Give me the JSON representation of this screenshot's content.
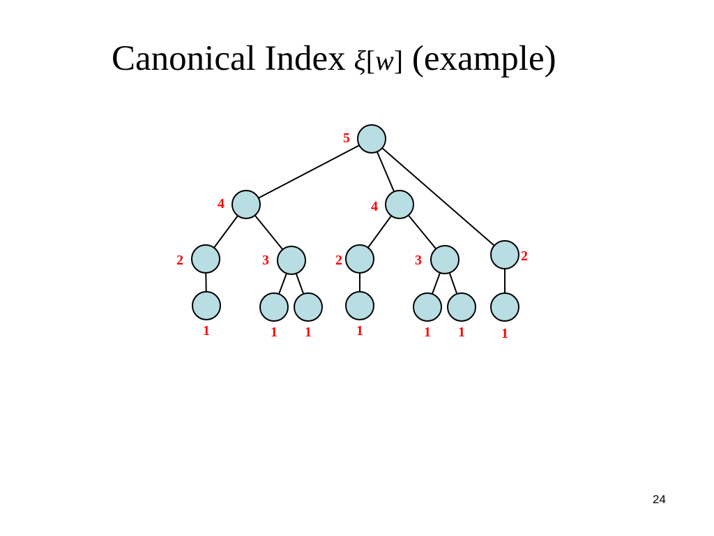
{
  "slide": {
    "title_text": "Canonical Index",
    "title_symbol": "ξ",
    "title_bracket_open": "[",
    "title_variable": "w",
    "title_bracket_close": "]",
    "title_suffix": "(example)",
    "page_number": "24"
  },
  "colors": {
    "node_fill": "#b8dde2",
    "label": "#ff0000"
  },
  "tree": {
    "nodes": [
      {
        "id": "root",
        "label": "5"
      },
      {
        "id": "a",
        "label": "4"
      },
      {
        "id": "b",
        "label": "4"
      },
      {
        "id": "c",
        "label": "2"
      },
      {
        "id": "a1",
        "label": "2"
      },
      {
        "id": "a2",
        "label": "3"
      },
      {
        "id": "b1",
        "label": "2"
      },
      {
        "id": "b2",
        "label": "3"
      },
      {
        "id": "a1x",
        "label": "1"
      },
      {
        "id": "a2x",
        "label": "1"
      },
      {
        "id": "a2y",
        "label": "1"
      },
      {
        "id": "b1x",
        "label": "1"
      },
      {
        "id": "b2x",
        "label": "1"
      },
      {
        "id": "b2y",
        "label": "1"
      },
      {
        "id": "cx",
        "label": "1"
      }
    ],
    "edges": [
      [
        "root",
        "a"
      ],
      [
        "root",
        "b"
      ],
      [
        "root",
        "c"
      ],
      [
        "a",
        "a1"
      ],
      [
        "a",
        "a2"
      ],
      [
        "b",
        "b1"
      ],
      [
        "b",
        "b2"
      ],
      [
        "c",
        "cx"
      ],
      [
        "a1",
        "a1x"
      ],
      [
        "a2",
        "a2x"
      ],
      [
        "a2",
        "a2y"
      ],
      [
        "b1",
        "b1x"
      ],
      [
        "b2",
        "b2x"
      ],
      [
        "b2",
        "b2y"
      ]
    ]
  }
}
